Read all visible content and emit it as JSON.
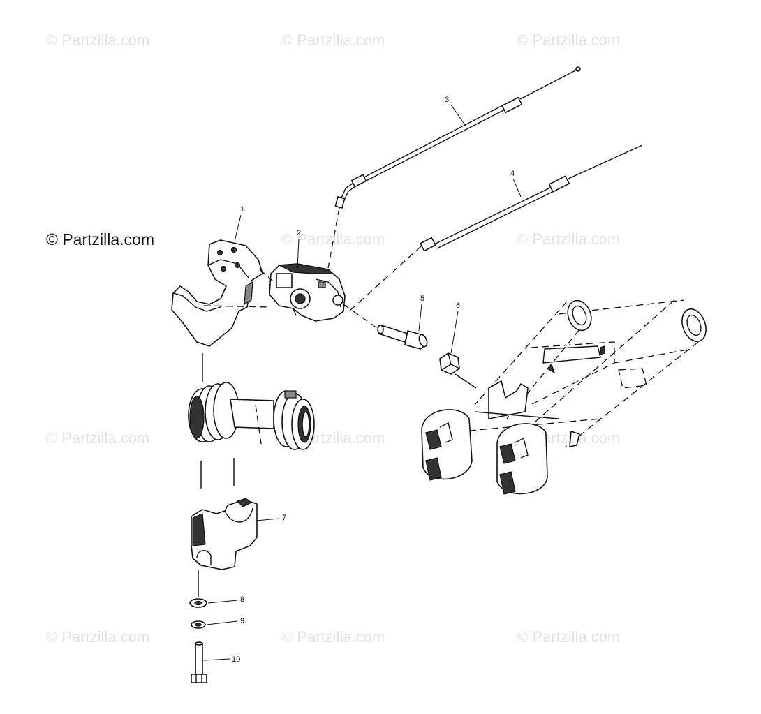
{
  "watermark": {
    "text": "© Partzilla.com"
  },
  "brand_label": "© Partzilla.com",
  "callouts": [
    {
      "id": "1",
      "label": "1"
    },
    {
      "id": "2",
      "label": "2"
    },
    {
      "id": "3",
      "label": "3"
    },
    {
      "id": "4",
      "label": "4"
    },
    {
      "id": "5",
      "label": "5"
    },
    {
      "id": "6",
      "label": "6"
    },
    {
      "id": "7",
      "label": "7"
    },
    {
      "id": "8",
      "label": "8"
    },
    {
      "id": "9",
      "label": "9"
    },
    {
      "id": "10",
      "label": "10"
    }
  ]
}
